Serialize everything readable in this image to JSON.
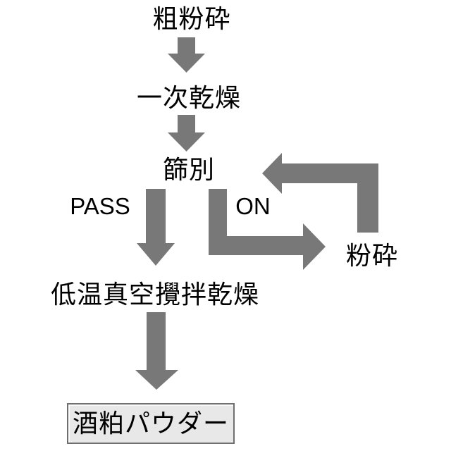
{
  "diagram": {
    "type": "flowchart",
    "nodes": {
      "coarse_grinding": "粗粉砕",
      "primary_drying": "一次乾燥",
      "sieving": "篩別",
      "grinding": "粉砕",
      "vacuum_drying": "低温真空攪拌乾燥",
      "powder": "酒粕パウダー"
    },
    "branch_labels": {
      "pass": "PASS",
      "on": "ON"
    },
    "edges": [
      {
        "from": "coarse_grinding",
        "to": "primary_drying",
        "label": ""
      },
      {
        "from": "primary_drying",
        "to": "sieving",
        "label": ""
      },
      {
        "from": "sieving",
        "to": "vacuum_drying",
        "label": "PASS"
      },
      {
        "from": "sieving",
        "to": "grinding",
        "label": "ON"
      },
      {
        "from": "grinding",
        "to": "sieving",
        "label": ""
      },
      {
        "from": "vacuum_drying",
        "to": "powder",
        "label": ""
      }
    ],
    "colors": {
      "arrow": "#787878",
      "text": "#000000",
      "box_fill": "#e8e8e8",
      "box_border": "#6f6f6f",
      "background": "#ffffff"
    }
  }
}
